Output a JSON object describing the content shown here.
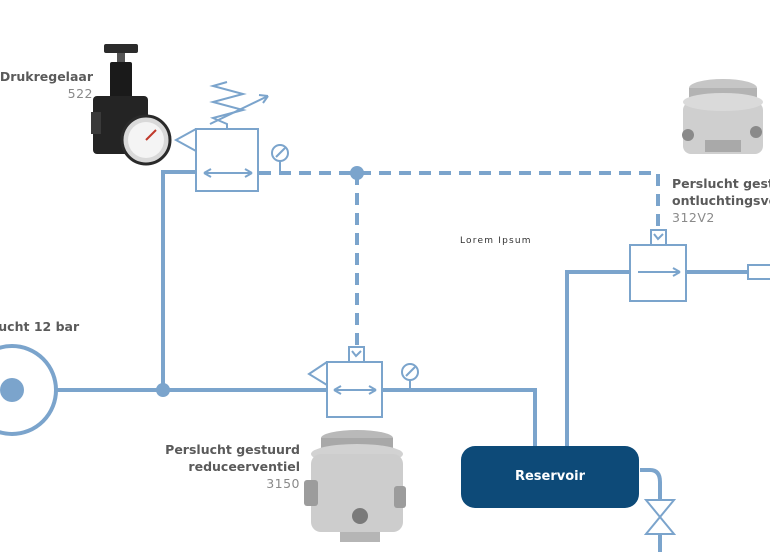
{
  "labels": {
    "drukregelaar": {
      "name": "Drukregelaar",
      "code": "522"
    },
    "source": {
      "name": "lucht 12 bar"
    },
    "vent": {
      "line1": "Perslucht gestu",
      "line2": "ontluchtingsver",
      "code": "312V2"
    },
    "reducer": {
      "line1": "Perslucht gestuurd",
      "line2": "reduceerventiel",
      "code": "3150"
    },
    "reservoir": "Reservoir",
    "lorem": "Lorem Ipsum"
  },
  "colors": {
    "line": "#7ba4cc",
    "reservoir": "#0d4a78",
    "reservoir_text": "#ffffff"
  }
}
